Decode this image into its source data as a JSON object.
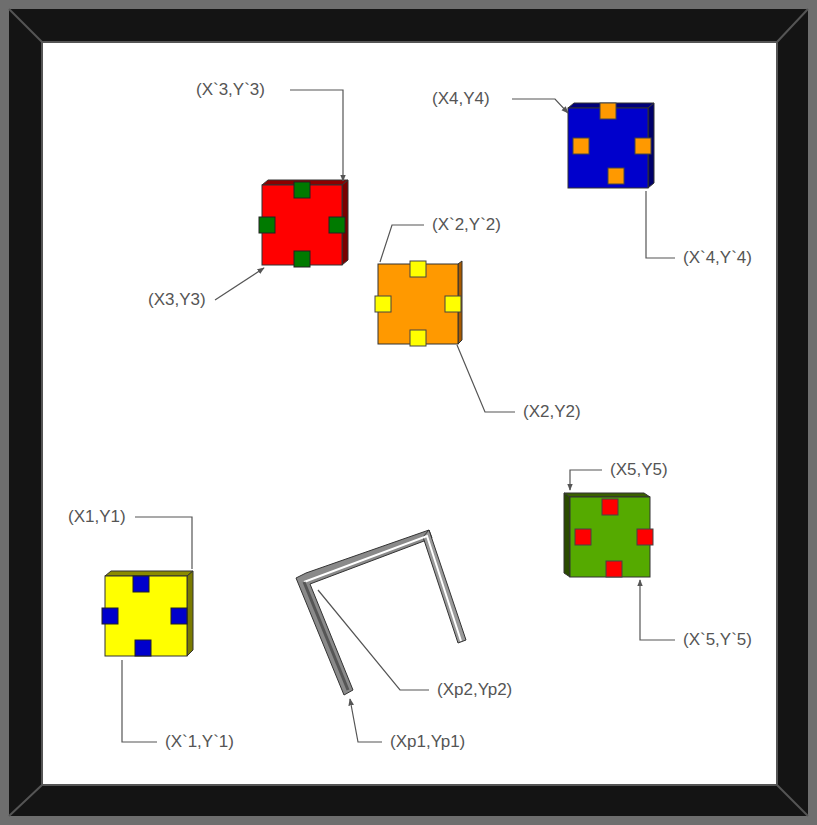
{
  "diagram": {
    "labels": [
      "(X`3,Y`3)",
      "(X4,Y4)",
      "(X`2,Y`2)",
      "(X`4,Y`4)",
      "(X3,Y3)",
      "(X2,Y2)",
      "(X5,Y5)",
      "(X1,Y1)",
      "(X`5,Y`5)",
      "(Xp2,Yp2)",
      "(X`1,Y`1)",
      "(Xp1,Yp1)"
    ]
  }
}
